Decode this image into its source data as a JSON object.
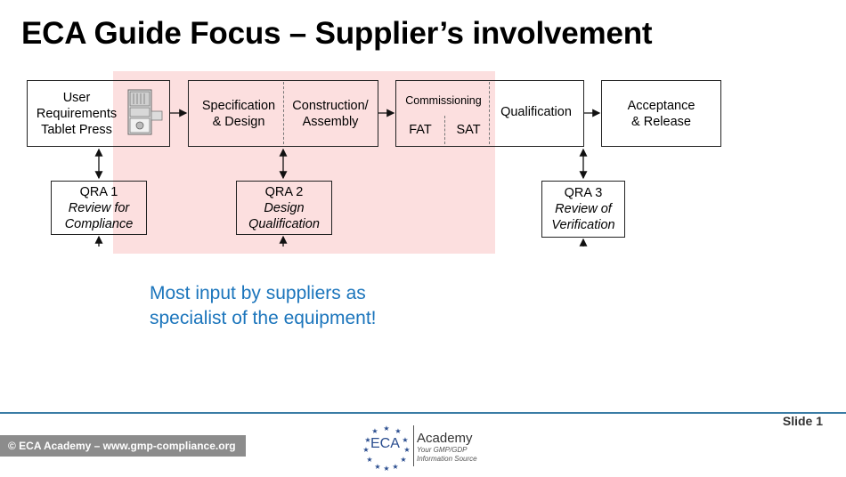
{
  "title": "ECA Guide Focus – Supplier’s involvement",
  "diagram": {
    "user_req": [
      "User",
      "Requirements",
      "Tablet Press"
    ],
    "spec_design": [
      "Specification",
      "& Design"
    ],
    "construction": [
      "Construction/",
      "Assembly"
    ],
    "commissioning": "Commissioning",
    "fat": "FAT",
    "sat": "SAT",
    "qualification": "Qualification",
    "acceptance": [
      "Acceptance",
      "& Release"
    ],
    "qra1": [
      "QRA 1",
      "Review for",
      "Compliance"
    ],
    "qra2": [
      "QRA 2",
      "Design",
      "Qualification"
    ],
    "qra3": [
      "QRA 3",
      "Review of",
      "Verification"
    ]
  },
  "note": "Most input by suppliers as specialist of the equipment!",
  "slide_label": "Slide 1",
  "footer": "© ECA Academy – www.gmp-compliance.org",
  "logo": {
    "eca": "ECA",
    "academy": "Academy",
    "tagline": [
      "Your GMP/GDP",
      "Information Source"
    ]
  },
  "colors": {
    "highlight": "#fbd9d9",
    "note_text": "#1b75bc",
    "rule": "#3a7ca5",
    "footer_bg": "#8c8c8c"
  }
}
